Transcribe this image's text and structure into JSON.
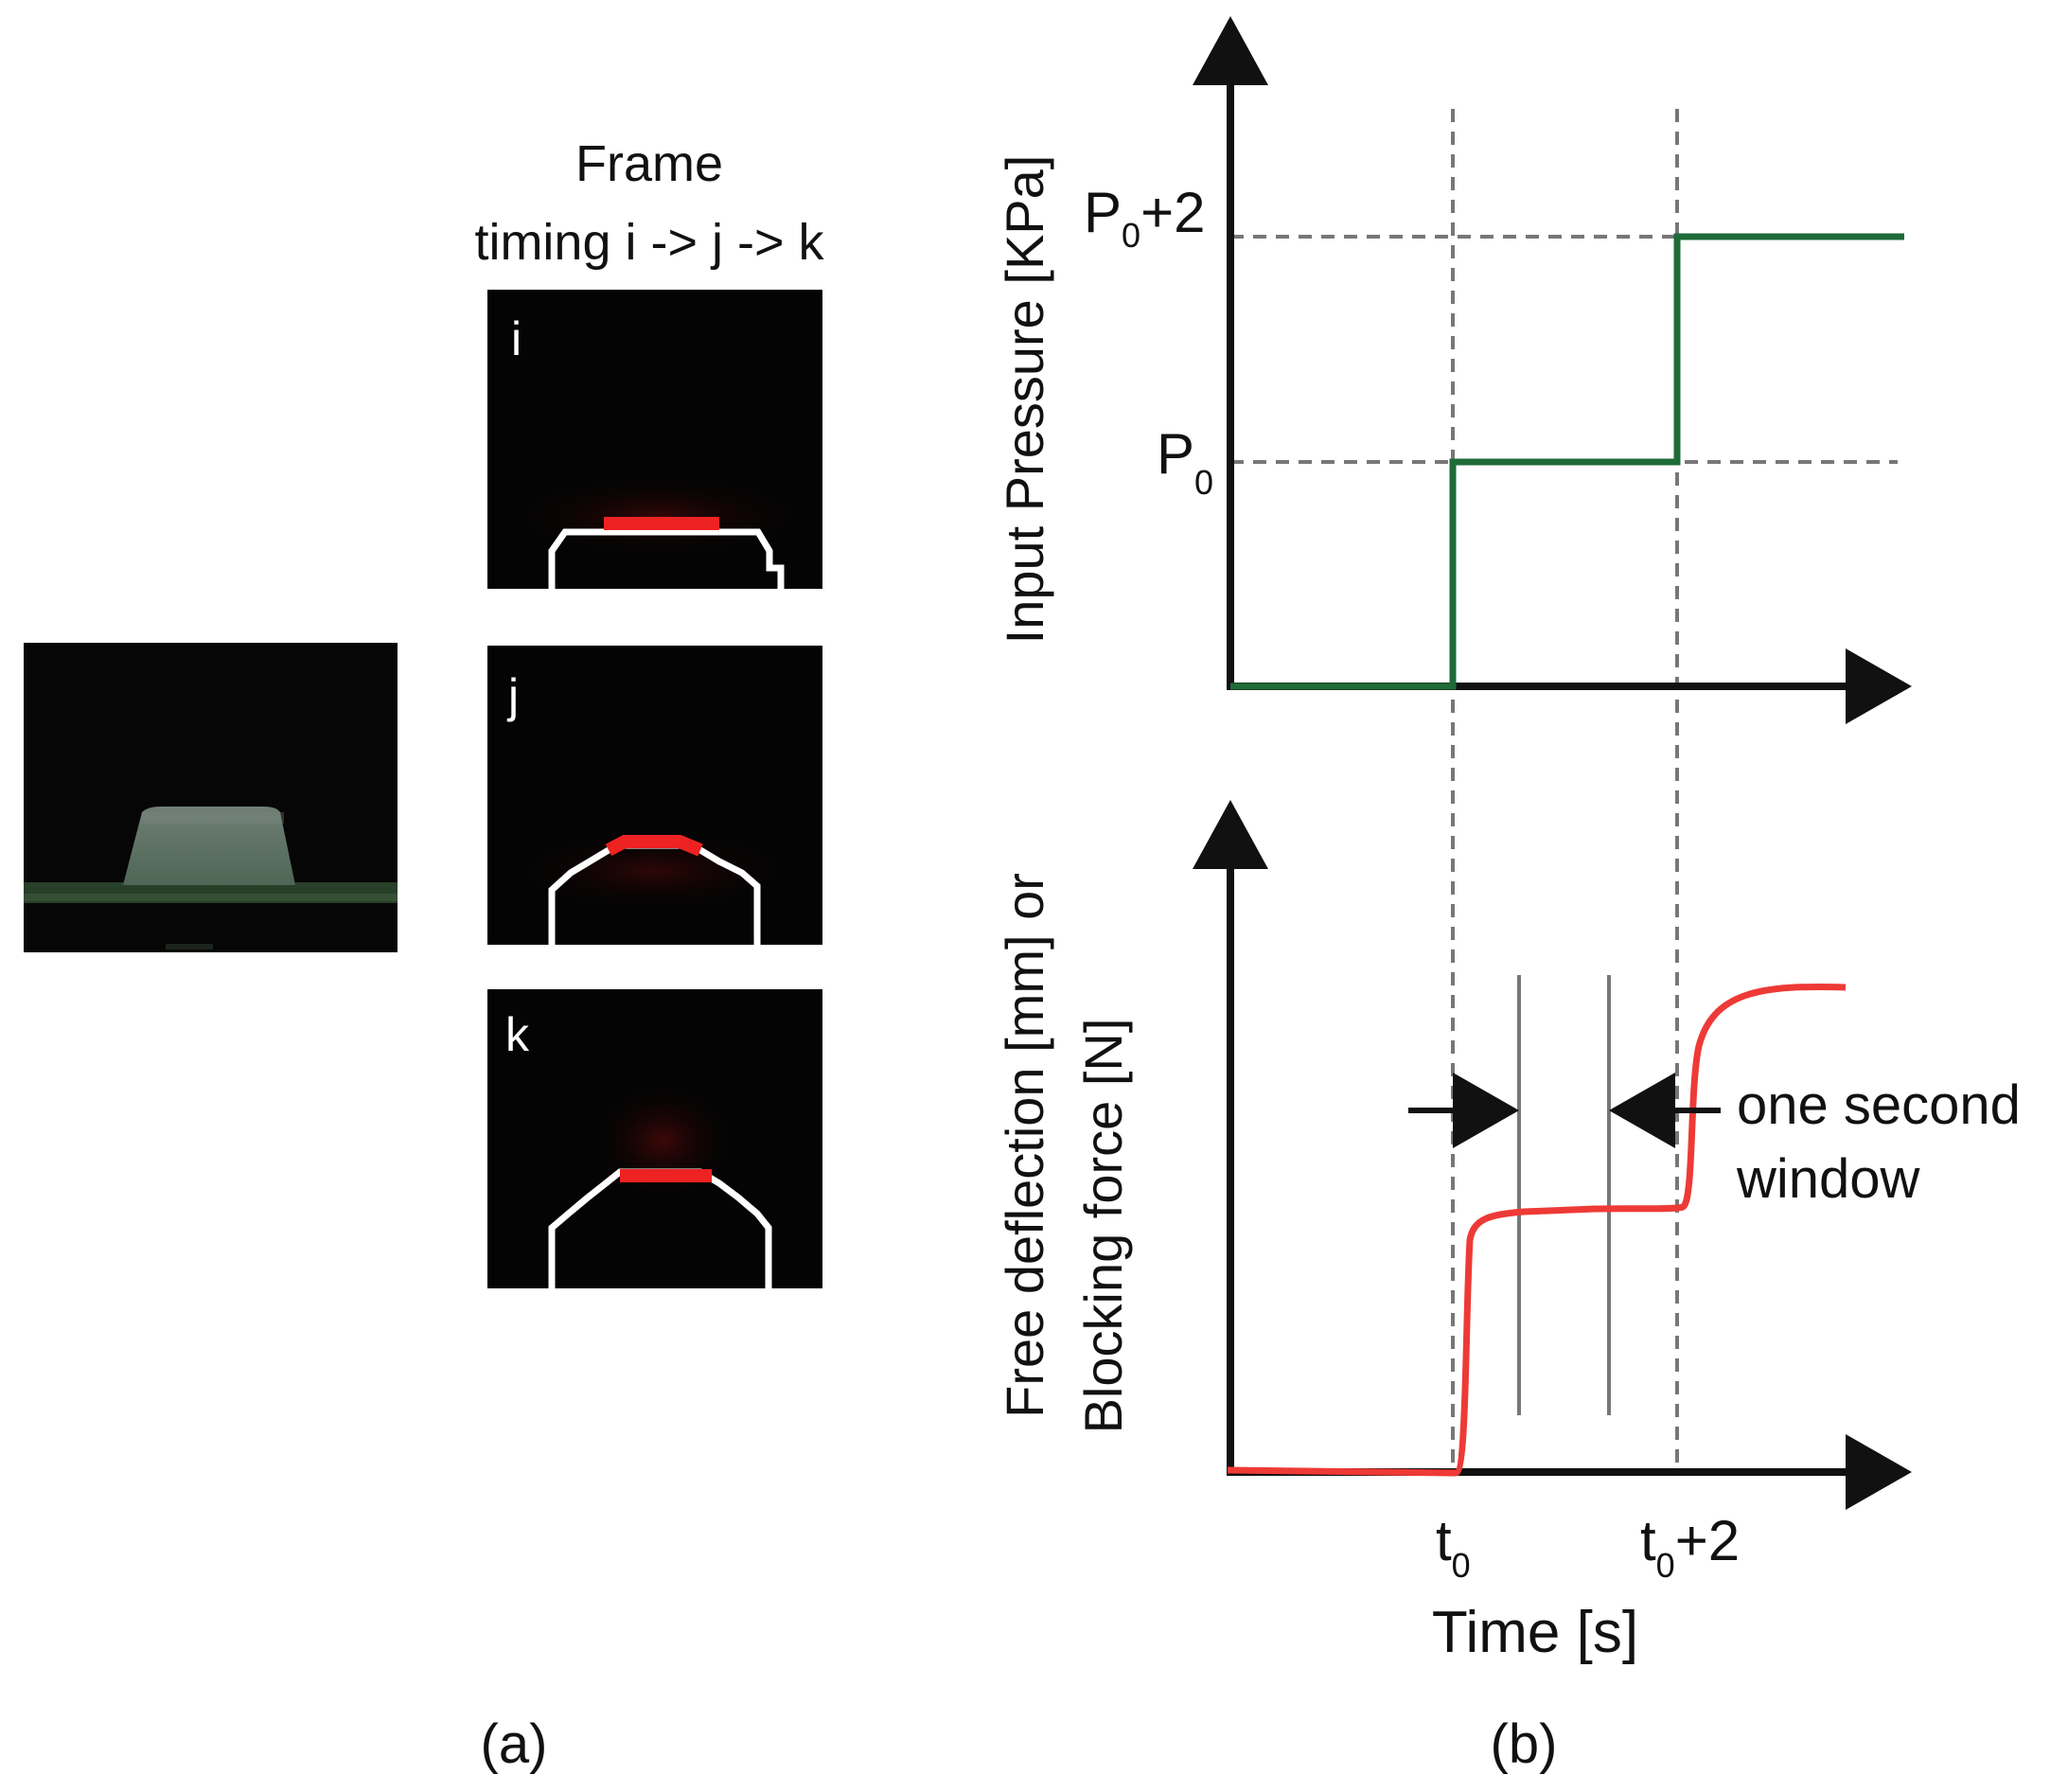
{
  "panel_a": {
    "caption": "(a)",
    "frame_header_line1": "Frame",
    "frame_header_line2": "timing i -> j -> k",
    "frames": [
      {
        "label": "i",
        "red_arc": "flat"
      },
      {
        "label": "j",
        "red_arc": "peaked"
      },
      {
        "label": "k",
        "red_arc": "narrow"
      }
    ]
  },
  "panel_b": {
    "caption": "(b)",
    "top_plot": {
      "ylabel": "Input Pressure [KPa]",
      "level_p0": "P",
      "level_p0_sub": "0",
      "level_p0_plus": "P",
      "level_p0_plus_sub": "0",
      "level_p0_plus_suffix": "+2",
      "trace_color": "#1e6b38",
      "levels": [
        0,
        1,
        2
      ]
    },
    "bottom_plot": {
      "ylabel_line1": "Free deflection [mm] or",
      "ylabel_line2": "Blocking force [N]",
      "trace_color": "#ee3a36",
      "window_label_line1": "one second",
      "window_label_line2": "window"
    },
    "x_axis": {
      "label": "Time [s]",
      "tick_t0": "t",
      "tick_t0_sub": "0",
      "tick_t2": "t",
      "tick_t2_sub": "0",
      "tick_t2_suffix": "+2"
    }
  }
}
